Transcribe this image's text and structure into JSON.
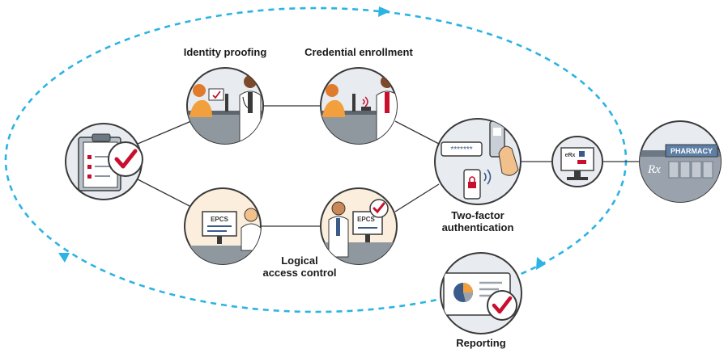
{
  "colors": {
    "cycle_arrow": "#2bb3e3",
    "connector": "#333333",
    "node_fill": "#e8ebef",
    "node_border": "#3a3a3a",
    "check_red": "#c8102e",
    "skin_orange": "#f2a03d",
    "monitor_blue": "#3b5b88",
    "pharmacy_sign": "#5d7fa5",
    "warm_panel": "#fbeedd"
  },
  "labels": {
    "identity_proofing": "Identity proofing",
    "credential_enrollment": "Credential enrollment",
    "two_factor_line1": "Two-factor",
    "two_factor_line2": "authentication",
    "logical_line1": "Logical",
    "logical_line2": "access control",
    "reporting": "Reporting"
  },
  "icons": {
    "epcs_left": "EPCS",
    "epcs_right": "EPCS",
    "erx": "eRx",
    "pharmacy": "PHARMACY",
    "rx": "Rx",
    "password": "*******"
  },
  "icon_names": {
    "checklist": "clipboard-checklist-icon",
    "identity": "identity-proofing-icon",
    "credential": "credential-enrollment-icon",
    "two_factor": "two-factor-authentication-icon",
    "logical_left": "logical-access-workstation-icon",
    "logical_right": "logical-access-doctor-icon",
    "erx": "erx-computer-icon",
    "pharmacy": "pharmacy-building-icon",
    "reporting": "reporting-dashboard-icon"
  }
}
